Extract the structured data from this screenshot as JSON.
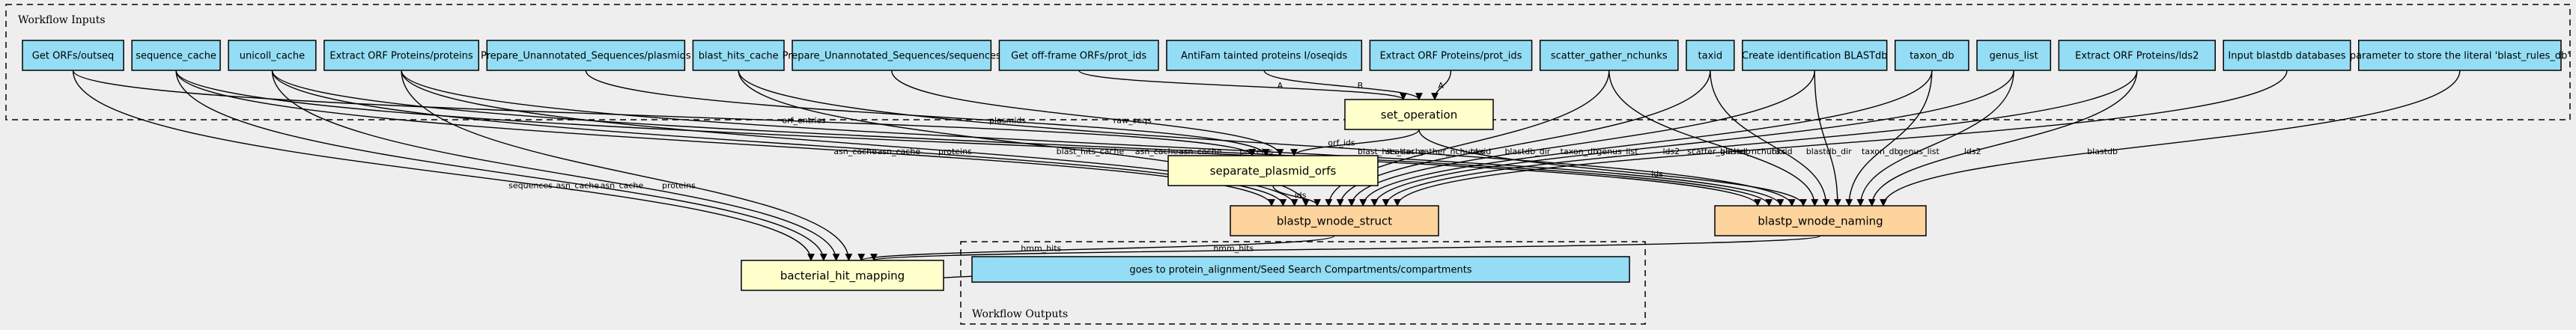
{
  "clusters": {
    "inputs_label": "Workflow Inputs",
    "outputs_label": "Workflow Outputs"
  },
  "colors": {
    "background": "#eeeeee",
    "input_node": "#94ddf4",
    "step_node": "#ffffcc",
    "search_node": "#fdd49e"
  },
  "inputs": [
    {
      "id": "outseq",
      "label": "Get ORFs/outseq"
    },
    {
      "id": "seqcache",
      "label": "sequence_cache"
    },
    {
      "id": "unicoll",
      "label": "unicoll_cache"
    },
    {
      "id": "orfprot",
      "label": "Extract ORF Proteins/proteins"
    },
    {
      "id": "plasmids",
      "label": "Prepare_Unannotated_Sequences/plasmids"
    },
    {
      "id": "bhcache",
      "label": "blast_hits_cache"
    },
    {
      "id": "unseqs",
      "label": "Prepare_Unannotated_Sequences/sequences"
    },
    {
      "id": "offframe",
      "label": "Get off-frame ORFs/prot_ids"
    },
    {
      "id": "antifam",
      "label": "AntiFam tainted proteins I/oseqids"
    },
    {
      "id": "orfprotids",
      "label": "Extract ORF Proteins/prot_ids"
    },
    {
      "id": "sgn",
      "label": "scatter_gather_nchunks"
    },
    {
      "id": "taxid",
      "label": "taxid"
    },
    {
      "id": "createdb",
      "label": "Create identification BLASTdb"
    },
    {
      "id": "taxondb",
      "label": "taxon_db"
    },
    {
      "id": "genus",
      "label": "genus_list"
    },
    {
      "id": "lds2",
      "label": "Extract ORF Proteins/lds2"
    },
    {
      "id": "inputdb",
      "label": "Input blastdb databases"
    },
    {
      "id": "literal",
      "label": "parameter to store the literal 'blast_rules_db'"
    }
  ],
  "steps": {
    "set_operation": "set_operation",
    "separate": "separate_plasmid_orfs",
    "struct": "blastp_wnode_struct",
    "naming": "blastp_wnode_naming",
    "mapping": "bacterial_hit_mapping"
  },
  "outputs": [
    {
      "id": "out",
      "label": "goes to protein_alignment/Seed Search Compartments/compartments"
    }
  ],
  "edges": [
    {
      "from": "offframe",
      "to": "set_operation",
      "label": "A"
    },
    {
      "from": "antifam",
      "to": "set_operation",
      "label": "B"
    },
    {
      "from": "orfprotids",
      "to": "set_operation",
      "label": "A"
    },
    {
      "from": "outseq",
      "to": "separate",
      "label": "orf_entries"
    },
    {
      "from": "plasmids",
      "to": "separate",
      "label": "plasmids"
    },
    {
      "from": "unseqs",
      "to": "separate",
      "label": "raw_seqs"
    },
    {
      "from": "set_operation",
      "to": "separate",
      "label": "orf_ids"
    },
    {
      "from": "seqcache",
      "to": "struct",
      "label": "asn_cache"
    },
    {
      "from": "unicoll",
      "to": "struct",
      "label": "asn_cache"
    },
    {
      "from": "orfprot",
      "to": "struct",
      "label": "proteins"
    },
    {
      "from": "bhcache",
      "to": "struct",
      "label": "blast_hits_cache"
    },
    {
      "from": "separate",
      "to": "struct",
      "label": "ids"
    },
    {
      "from": "sgn",
      "to": "struct",
      "label": "scatter_gather_nchunks"
    },
    {
      "from": "taxid",
      "to": "struct",
      "label": "taxid"
    },
    {
      "from": "createdb",
      "to": "struct",
      "label": "blastdb_dir"
    },
    {
      "from": "taxondb",
      "to": "struct",
      "label": "taxon_db"
    },
    {
      "from": "genus",
      "to": "struct",
      "label": "genus_list"
    },
    {
      "from": "lds2",
      "to": "struct",
      "label": "lds2"
    },
    {
      "from": "inputdb",
      "to": "struct",
      "label": "blastdb"
    },
    {
      "from": "seqcache",
      "to": "naming",
      "label": "asn_cache"
    },
    {
      "from": "unicoll",
      "to": "naming",
      "label": "asn_cache"
    },
    {
      "from": "orfprot",
      "to": "naming",
      "label": "proteins"
    },
    {
      "from": "bhcache",
      "to": "naming",
      "label": "blast_hits_cache"
    },
    {
      "from": "set_operation",
      "to": "naming",
      "label": "ids"
    },
    {
      "from": "sgn",
      "to": "naming",
      "label": "scatter_gather_nchunks"
    },
    {
      "from": "taxid",
      "to": "naming",
      "label": "taxid"
    },
    {
      "from": "createdb",
      "to": "naming",
      "label": "blastdb_dir"
    },
    {
      "from": "taxondb",
      "to": "naming",
      "label": "taxon_db"
    },
    {
      "from": "genus",
      "to": "naming",
      "label": "genus_list"
    },
    {
      "from": "lds2",
      "to": "naming",
      "label": "lds2"
    },
    {
      "from": "literal",
      "to": "naming",
      "label": "blastdb"
    },
    {
      "from": "outseq",
      "to": "mapping",
      "label": "sequences"
    },
    {
      "from": "seqcache",
      "to": "mapping",
      "label": "asn_cache"
    },
    {
      "from": "unicoll",
      "to": "mapping",
      "label": "asn_cache"
    },
    {
      "from": "orfprot",
      "to": "mapping",
      "label": "proteins"
    },
    {
      "from": "struct",
      "to": "mapping",
      "label": "hmm_hits"
    },
    {
      "from": "naming",
      "to": "mapping",
      "label": "hmm_hits"
    },
    {
      "from": "mapping",
      "to": "out",
      "label": ""
    }
  ]
}
